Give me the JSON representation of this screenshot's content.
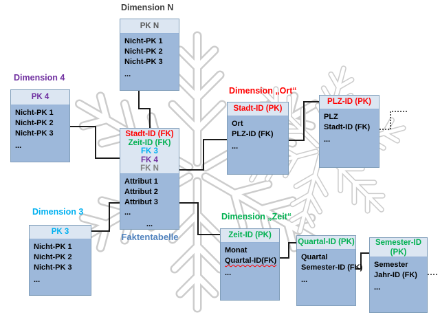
{
  "colors": {
    "red": "#ff0000",
    "green": "#00b050",
    "cyan": "#00b0f0",
    "purple": "#7030a0",
    "gray": "#808080",
    "dark_gray": "#3f3f3f",
    "pk_n_gray": "#595959",
    "fact_label_blue": "#4f81bd",
    "header_fill": "#dce6f2",
    "body_fill": "#9db8da",
    "connector": "#1a1a1a",
    "snowflake_outline": "#cccccc"
  },
  "tables": {
    "dim_n": {
      "title": "Dimension N",
      "header": "PK N",
      "rows": [
        "Nicht-PK 1",
        "Nicht-PK 2",
        "Nicht-PK 3",
        "..."
      ]
    },
    "dim_4": {
      "title": "Dimension 4",
      "header": "PK 4",
      "rows": [
        "Nicht-PK 1",
        "Nicht-PK 2",
        "Nicht-PK 3",
        "..."
      ]
    },
    "dim_3": {
      "title": "Dimension 3",
      "header": "PK 3",
      "rows": [
        "Nicht-PK 1",
        "Nicht-PK 2",
        "Nicht-PK 3",
        "..."
      ]
    },
    "fact": {
      "label": "Faktentabelle",
      "header_rows": [
        {
          "text": "Stadt-ID (FK)",
          "color": "#ff0000"
        },
        {
          "text": "Zeit-ID (FK)",
          "color": "#00b050"
        },
        {
          "text": "FK 3",
          "color": "#00b0f0"
        },
        {
          "text": "FK 4",
          "color": "#7030a0"
        },
        {
          "text": "FK N",
          "color": "#808080"
        }
      ],
      "rows": [
        "Attribut 1",
        "Attribut 2",
        "Attribut 3",
        "...",
        "..."
      ]
    },
    "ort": {
      "title": "Dimension „Ort“",
      "header": "Stadt-ID (PK)",
      "rows": [
        "Ort",
        "PLZ-ID (FK)",
        "..."
      ]
    },
    "plz": {
      "header": "PLZ-ID (PK)",
      "rows": [
        "PLZ",
        "Stadt-ID (FK)",
        "..."
      ]
    },
    "zeit": {
      "title": "Dimension „Zeit“",
      "header": "Zeit-ID (PK)",
      "rows": [
        "Monat",
        "Quartal-ID(FK)",
        "..."
      ]
    },
    "quartal": {
      "header": "Quartal-ID (PK)",
      "rows": [
        "Quartal",
        "Semester-ID (FK)",
        "..."
      ]
    },
    "semester": {
      "header": "Semester-ID (PK)",
      "rows": [
        "Semester",
        "Jahr-ID (FK)",
        "..."
      ]
    }
  }
}
